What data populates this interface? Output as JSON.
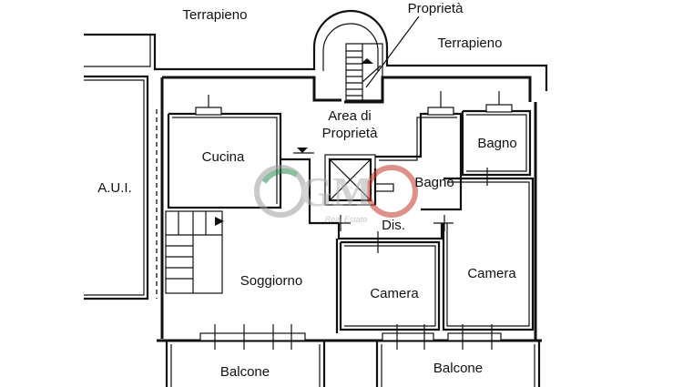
{
  "plan": {
    "labels": {
      "terrapieno_left": "Terrapieno",
      "terrapieno_right": "Terrapieno",
      "proprieta": "Proprietà",
      "area_line1": "Area di",
      "area_line2": "Proprietà",
      "aui": "A.U.I.",
      "cucina": "Cucina",
      "bagno_top": "Bagno",
      "bagno_center": "Bagno",
      "dis": "Dis.",
      "soggiorno": "Soggiorno",
      "camera_center": "Camera",
      "camera_right": "Camera",
      "balcone_left": "Balcone",
      "balcone_right": "Balcone"
    },
    "watermark": {
      "mark": "GM",
      "subtitle": "Real Estate",
      "color_green": "#2e8b57",
      "color_red": "#c0392b",
      "color_grey": "#9e9e9e"
    }
  }
}
